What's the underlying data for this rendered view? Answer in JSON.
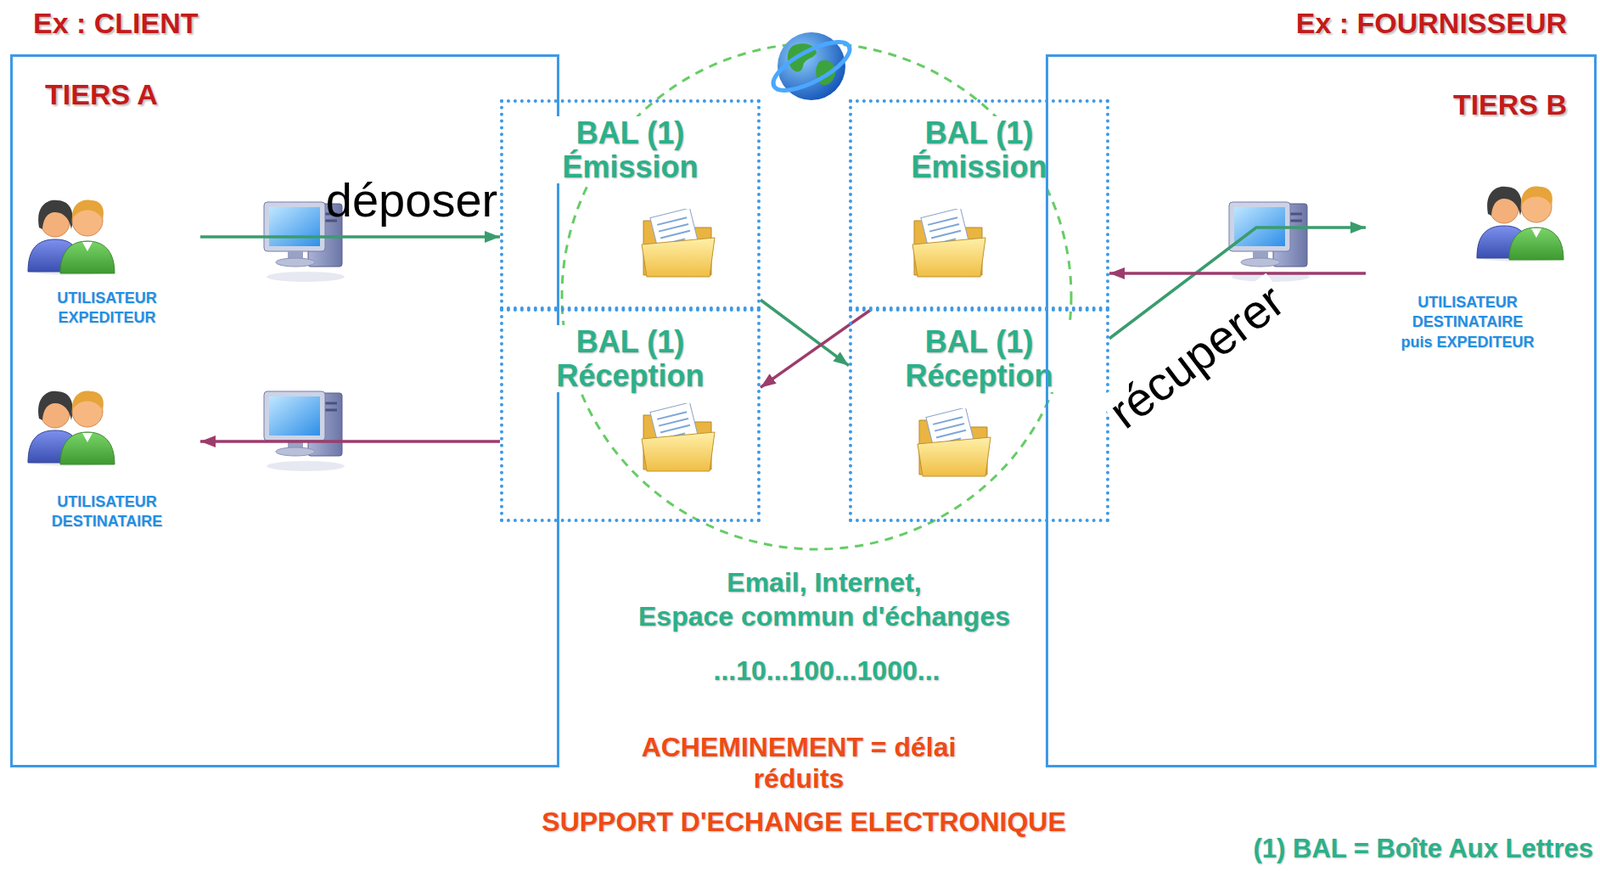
{
  "diagram": {
    "nodes": [
      {
        "text": [
          "Ex : CLIENT",
          "TIERS A"
        ]
      },
      {
        "text": [
          "UTILISATEUR EXPEDITEUR"
        ],
        "in": 0
      },
      {
        "text": [
          "UTILISATEUR DESTINATAIRE"
        ],
        "in": 0
      },
      {
        "text": [
          "BAL (1) Émission"
        ]
      },
      {
        "text": [
          "BAL (1) Réception"
        ]
      },
      {
        "text": [
          "BAL (1) Émission"
        ]
      },
      {
        "text": [
          "BAL (1) Réception"
        ]
      },
      {
        "text": [
          "Ex : FOURNISSEUR",
          "TIERS B"
        ]
      },
      {
        "text": [
          "UTILISATEUR DESTINATAIRE puis EXPEDITEUR"
        ],
        "in": 7
      }
    ],
    "edges": [
      {
        "from": 1,
        "to": 3,
        "label": "déposer",
        "arrow": "to"
      },
      {
        "from": 3,
        "to": 6,
        "arrow": "to"
      },
      {
        "from": 6,
        "to": 8,
        "label": "récuperer",
        "arrow": "to"
      },
      {
        "from": 8,
        "to": 5,
        "arrow": "to"
      },
      {
        "from": 5,
        "to": 4,
        "arrow": "to"
      },
      {
        "from": 4,
        "to": 2,
        "arrow": "to"
      }
    ],
    "labels": [
      "Email, Internet,",
      "Espace commun d'échanges",
      "...10...100...1000...",
      "ACHEMINEMENT = délai réduits",
      "SUPPORT D'ECHANGE ELECTRONIQUE",
      "(1) BAL = Boîte Aux Lettres"
    ]
  }
}
